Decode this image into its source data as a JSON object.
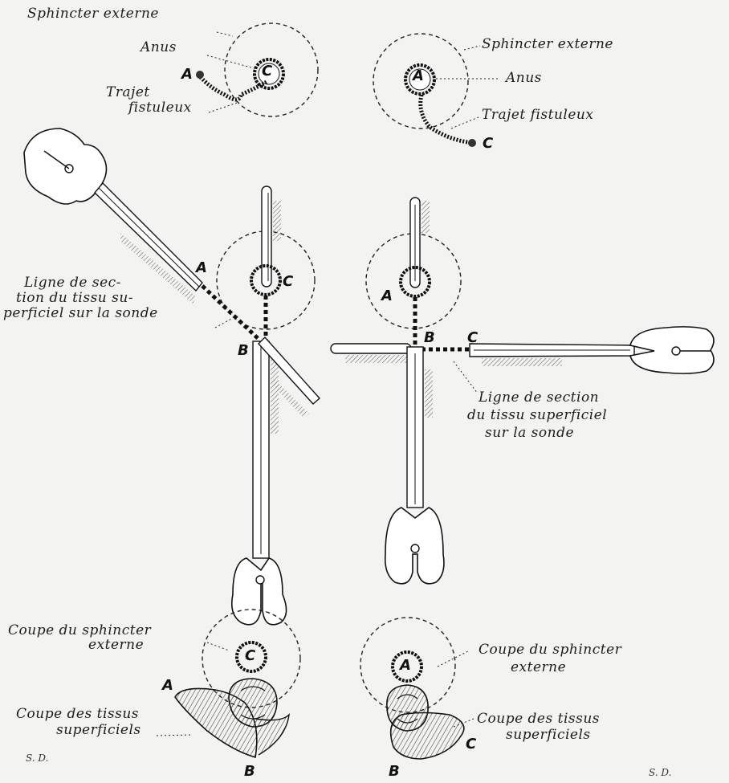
{
  "labels": {
    "tl_sphincter": "Sphincter externe",
    "tl_anus": "Anus",
    "tl_trajet": [
      "Trajet",
      "fistuleux"
    ],
    "tr_sphincter": "Sphincter externe",
    "tr_anus": "Anus",
    "tr_trajet": "Trajet fistuleux",
    "ml_ligne": [
      "Ligne de sec-",
      "tion du tissu su-",
      "perficiel sur la sonde"
    ],
    "mr_ligne": [
      "Ligne de section",
      "du tissu superficiel",
      "sur la sonde"
    ],
    "bl_coupe_sph": [
      "Coupe du sphincter",
      "externe"
    ],
    "bl_coupe_tissus": [
      "Coupe des tissus",
      "superficiels"
    ],
    "br_coupe_sph": [
      "Coupe du sphincter",
      "externe"
    ],
    "br_coupe_tissus": [
      "Coupe des tissus",
      "superficiels"
    ]
  },
  "points": {
    "A": "A",
    "B": "B",
    "C": "C"
  },
  "signatures": {
    "left": "S. D.",
    "right": "S. D."
  }
}
